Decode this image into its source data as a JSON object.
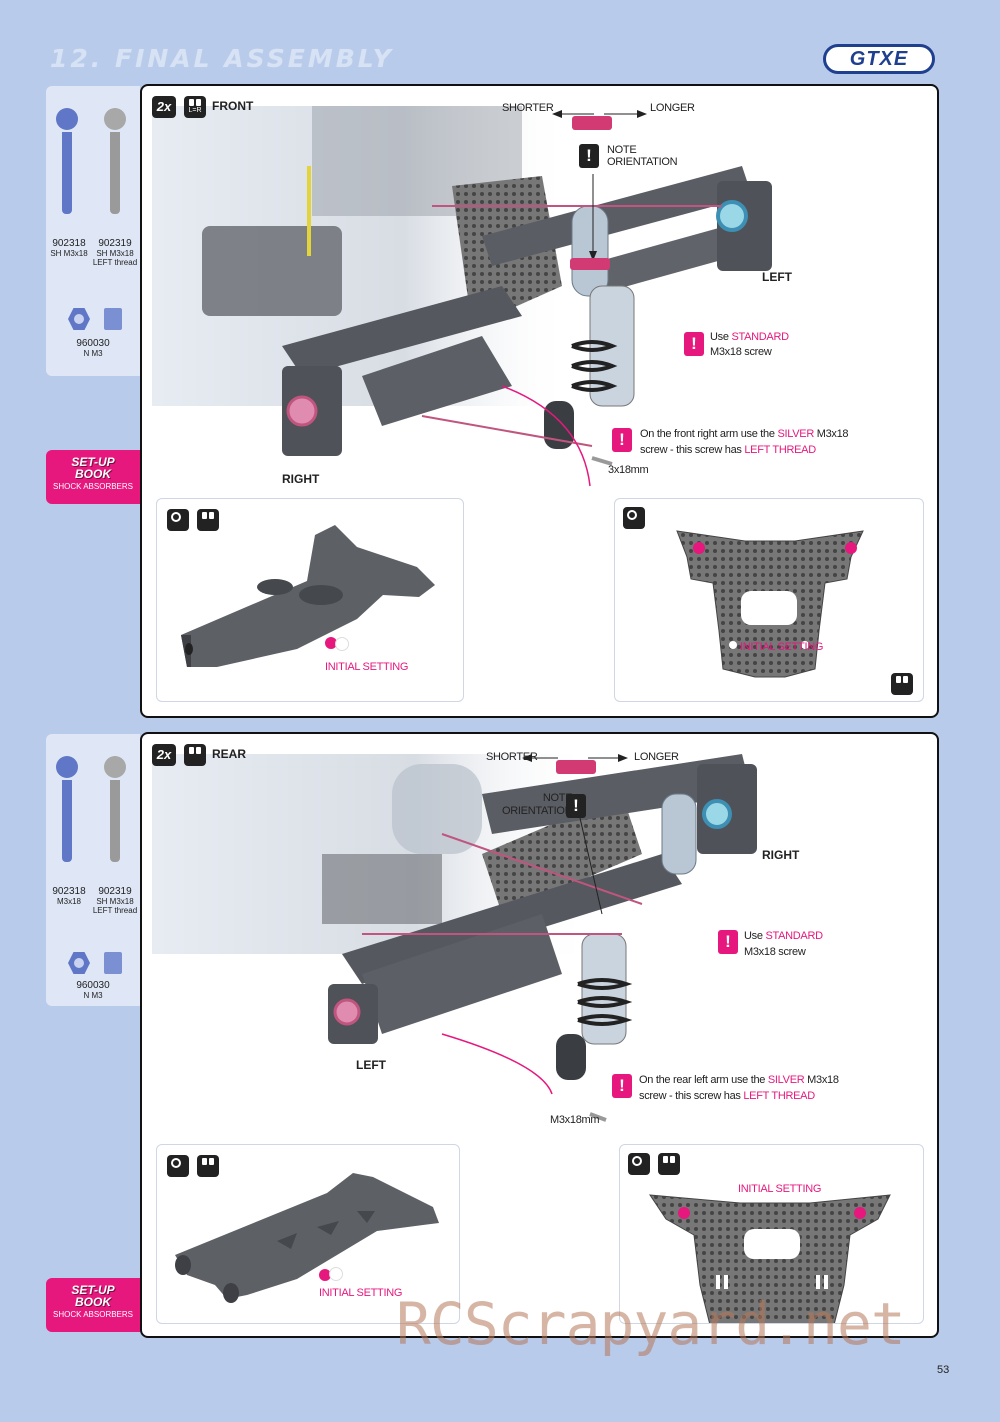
{
  "header": {
    "title": "12. FINAL ASSEMBLY",
    "logo": "GTXE"
  },
  "sections": [
    {
      "parts": [
        {
          "code": "902318",
          "desc": "SH M3x18"
        },
        {
          "code": "902319",
          "desc": "SH M3x18",
          "desc2": "LEFT thread"
        },
        {
          "code": "960030",
          "desc": "N M3"
        }
      ],
      "setup": {
        "line1": "SET-UP",
        "line2": "BOOK",
        "line3": "SHOCK ABSORBERS"
      },
      "qty": "2x",
      "side_heading": "FRONT",
      "labels": {
        "shorter": "SHORTER",
        "longer": "LONGER",
        "note1": "NOTE",
        "note2": "ORIENTATION",
        "side_a": "LEFT",
        "side_b": "RIGHT",
        "std_use": "Use",
        "std_standard": "STANDARD",
        "std_screw": "M3x18 screw",
        "silver_a": "On the front right arm use the",
        "silver_word": "SILVER",
        "silver_b": "M3x18",
        "silver_c": "screw - this screw has",
        "silver_left": "LEFT THREAD",
        "screw": "3x18mm"
      },
      "detail_left": "INITIAL SETTING",
      "detail_right": "INITIAL SETTING"
    },
    {
      "parts": [
        {
          "code": "902318",
          "desc": "M3x18"
        },
        {
          "code": "902319",
          "desc": "SH M3x18",
          "desc2": "LEFT thread"
        },
        {
          "code": "960030",
          "desc": "N M3"
        }
      ],
      "setup": {
        "line1": "SET-UP",
        "line2": "BOOK",
        "line3": "SHOCK ABSORBERS"
      },
      "qty": "2x",
      "side_heading": "REAR",
      "labels": {
        "shorter": "SHORTER",
        "longer": "LONGER",
        "note1": "NOTE",
        "note2": "ORIENTATION",
        "side_a": "RIGHT",
        "side_b": "LEFT",
        "std_use": "Use",
        "std_standard": "STANDARD",
        "std_screw": "M3x18 screw",
        "silver_a": "On the rear left arm use the",
        "silver_word": "SILVER",
        "silver_b": "M3x18",
        "silver_c": "screw - this screw has",
        "silver_left": "LEFT THREAD",
        "screw": "M3x18mm"
      },
      "detail_left": "INITIAL SETTING",
      "detail_right": "INITIAL SETTING"
    }
  ],
  "detail_icon": "DETAIL",
  "lr_icon": "L=R",
  "watermark": "RCScrapyard.net",
  "page_number": "53",
  "colors": {
    "accent": "#e6187e",
    "background": "#b9cbea",
    "sidebar": "#dfe7f6",
    "part_blue": "#5f77c6",
    "part_grey": "#a8a8a8"
  }
}
